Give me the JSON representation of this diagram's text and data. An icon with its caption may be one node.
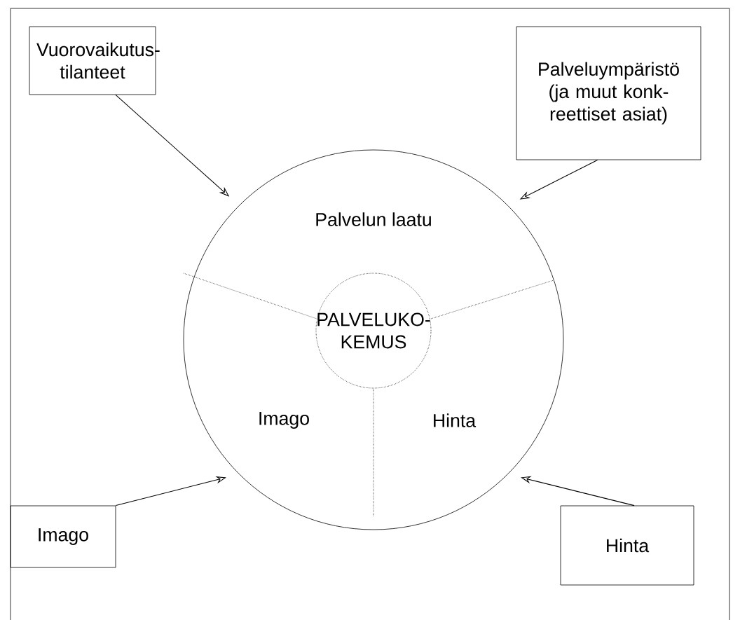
{
  "diagram": {
    "nodes": [
      {
        "text": [
          "Vuorovaikutus- tilanteet"
        ]
      },
      {
        "text": [
          "Palveluympäristö (ja muut konk- reettiset asiat)"
        ]
      },
      {
        "text": [
          "Palvelun laatu",
          "Imago",
          "Hinta"
        ]
      },
      {
        "text": [
          "PALVELUKO- KEMUS"
        ],
        "in": 2
      },
      {
        "text": [
          "Imago"
        ]
      },
      {
        "text": [
          "Hinta"
        ]
      }
    ],
    "edges": [
      {
        "from": 0,
        "to": 2,
        "arrow": "to"
      },
      {
        "from": 1,
        "to": 2,
        "arrow": "to"
      },
      {
        "from": 4,
        "to": 2,
        "arrow": "to"
      },
      {
        "from": 5,
        "to": 2,
        "arrow": "to"
      }
    ]
  }
}
